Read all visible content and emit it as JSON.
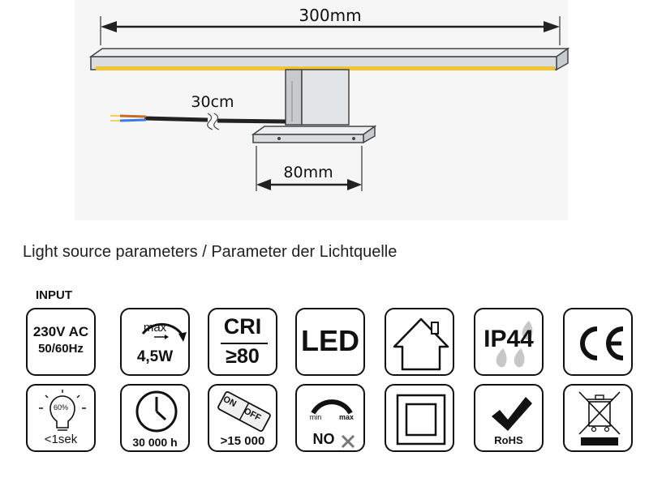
{
  "dimensions": {
    "length": "300mm",
    "cable": "30cm",
    "base": "80mm"
  },
  "section_title": "Light source parameters / Parameter der Lichtquelle",
  "input_label": "INPUT",
  "icons_row1": {
    "voltage_line1": "230V AC",
    "voltage_line2": "50/60Hz",
    "power_max": "max",
    "power_value": "4,5W",
    "cri_label": "CRI",
    "cri_value": "≥80",
    "led_label": "LED",
    "ip_label": "IP44"
  },
  "icons_row2": {
    "warmup_percent": "60%",
    "warmup_time": "<1sek",
    "lifetime": "30 000 h",
    "switch_on": "ON",
    "switch_off": "OFF",
    "switch_cycles": ">15 000",
    "dimmer_min": "min",
    "dimmer_max": "max",
    "dimmer_no": "NO",
    "rohs_label": "RoHS"
  },
  "colors": {
    "led_strip": "#f2c230",
    "wire_blue": "#3d7be0",
    "wire_brown": "#c86a2a",
    "metal": "#d9dde0"
  }
}
